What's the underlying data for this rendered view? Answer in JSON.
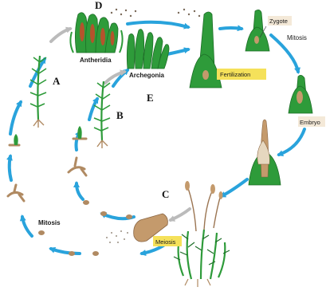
{
  "labels": {
    "antheridia": "Antheridia",
    "archegonia": "Archegonia",
    "fertilization": "Fertilization",
    "zygote": "Zygote",
    "mitosis_top": "Mitosis",
    "embryo": "Embryo",
    "meiosis": "Meiosis",
    "mitosis_left": "Mitosis"
  },
  "letters": {
    "a": "A",
    "b": "B",
    "c": "C",
    "d": "D",
    "e": "E"
  },
  "colors": {
    "arrow": "#29a3dc",
    "plant": "#2e9b3a",
    "plant_dark": "#1d6e27",
    "highlight": "#f5e15a",
    "box": "#f4e9d8",
    "root": "#b08a62",
    "capsule": "#c49a6c"
  }
}
